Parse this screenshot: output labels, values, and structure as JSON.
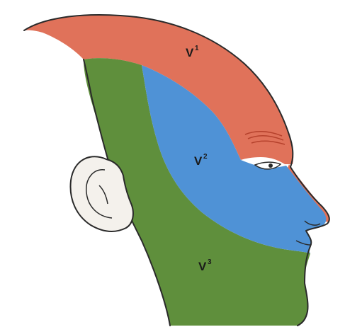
{
  "colors": {
    "background": "#ffffff",
    "v1_region": "#e0725a",
    "v2_region": "#4f92d6",
    "v3_region": "#5f8f3c",
    "outline": "#2a2a2a",
    "ear_fill": "#f4f1ec",
    "brow_hair": "#b5412c"
  },
  "regions": {
    "v1": {
      "label": "V",
      "sup": "1",
      "color_key": "v1_region"
    },
    "v2": {
      "label": "V",
      "sup": "2",
      "color_key": "v2_region"
    },
    "v3": {
      "label": "V",
      "sup": "3",
      "color_key": "v3_region"
    }
  }
}
